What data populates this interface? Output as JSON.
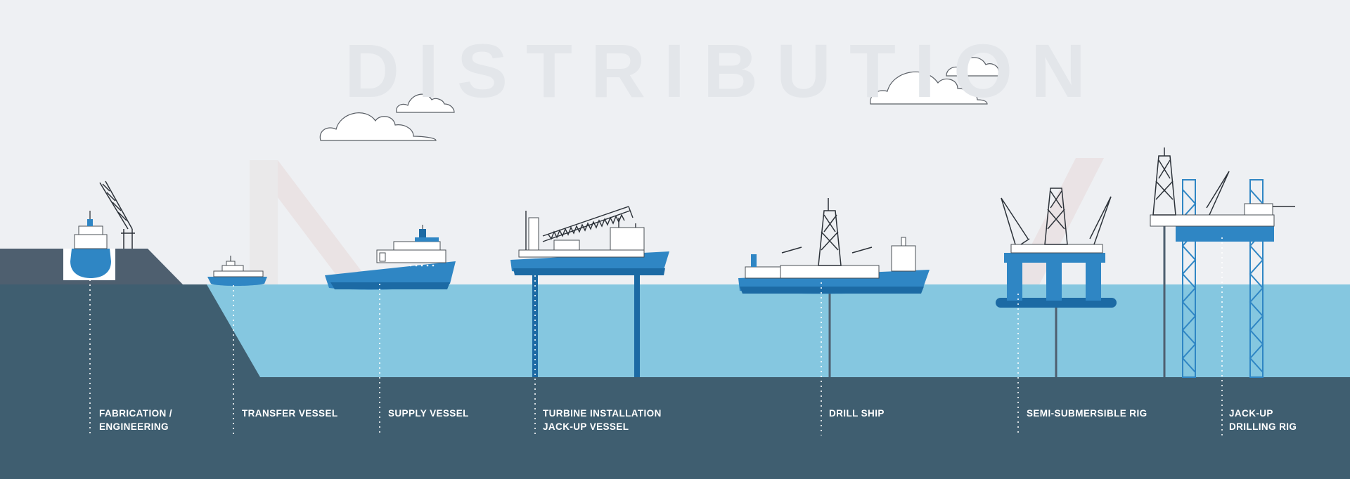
{
  "watermark": {
    "word": "DISTRIBUTION"
  },
  "colors": {
    "sky": "#eef0f3",
    "water": "#85c7e0",
    "seabed": "#3f5e70",
    "land": "#4e5f6f",
    "vessel_blue": "#2f86c4",
    "vessel_dark": "#1c6aa4",
    "structure": "#ffffff",
    "outline": "#4a4f55"
  },
  "icons": [
    "cloud-icon",
    "ship-in-drydock-icon",
    "transfer-vessel-icon",
    "supply-vessel-icon",
    "turbine-installation-vessel-icon",
    "drill-ship-icon",
    "semi-submersible-rig-icon",
    "jack-up-rig-icon"
  ],
  "labels": {
    "fabrication": [
      "FABRICATION /",
      "ENGINEERING"
    ],
    "transfer": [
      "TRANSFER VESSEL"
    ],
    "supply": [
      "SUPPLY VESSEL"
    ],
    "turbine": [
      "TURBINE INSTALLATION",
      "JACK-UP VESSEL"
    ],
    "drill": [
      "DRILL SHIP"
    ],
    "semi": [
      "SEMI-SUBMERSIBLE RIG"
    ],
    "jackup": [
      "JACK-UP",
      "DRILLING RIG"
    ]
  }
}
